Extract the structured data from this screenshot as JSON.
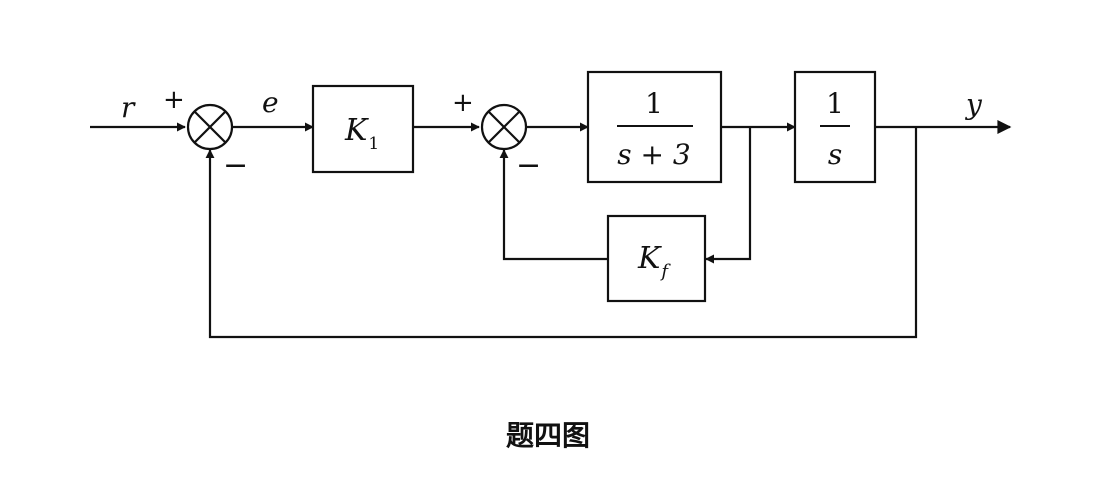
{
  "signals": {
    "input": "r",
    "error": "e",
    "output": "y"
  },
  "blocks": {
    "k1": {
      "symbol": "K",
      "subscript": "1"
    },
    "plant1": {
      "numerator": "1",
      "denominator": "s + 3"
    },
    "plant2": {
      "numerator": "1",
      "denominator": "s"
    },
    "kf": {
      "symbol": "K",
      "subscript": "f"
    }
  },
  "summing_junctions": {
    "outer": {
      "plus": "+",
      "minus": "−"
    },
    "inner": {
      "plus": "+",
      "minus": "−"
    }
  },
  "caption": "题四图"
}
